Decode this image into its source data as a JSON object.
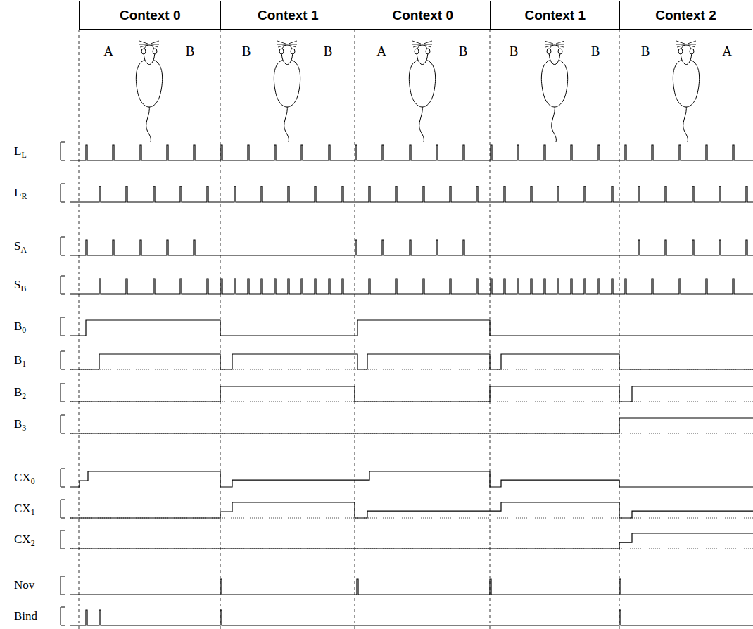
{
  "diagram": {
    "nodes": [
      {
        "text": [
          "Context 0"
        ]
      },
      {
        "text": [
          "Context 1"
        ]
      },
      {
        "text": [
          "Context 0"
        ]
      },
      {
        "text": [
          "Context 1"
        ]
      },
      {
        "text": [
          "Context 2"
        ]
      }
    ],
    "labels": [
      "A",
      "B",
      "B",
      "B",
      "A",
      "B",
      "B",
      "B",
      "B",
      "A",
      "LL",
      "LR",
      "SA",
      "SB",
      "B0",
      "B1",
      "B2",
      "B3",
      "CX0",
      "CX1",
      "CX2",
      "Nov",
      "Bind"
    ]
  }
}
